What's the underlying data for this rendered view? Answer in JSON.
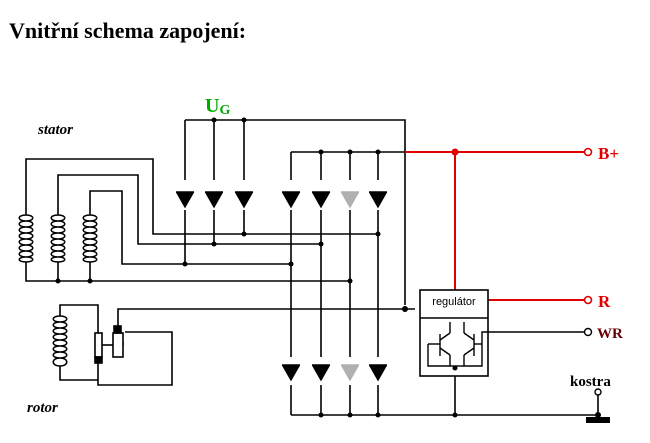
{
  "title": "Vnitřní schema zapojení:",
  "labels": {
    "stator": "stator",
    "rotor": "rotor",
    "ug_main": "U",
    "ug_sub": "G",
    "b_plus": "B+",
    "r": "R",
    "wr": "WR",
    "kostra": "kostra",
    "regulator": "regulátor"
  },
  "colors": {
    "wire": "#000000",
    "b_plus_line": "#e00000",
    "r_line": "#e00000",
    "ug_label": "#00aa00",
    "wr_label": "#660000",
    "diode": "#000000",
    "diode_disabled": "#b0b0b0"
  }
}
